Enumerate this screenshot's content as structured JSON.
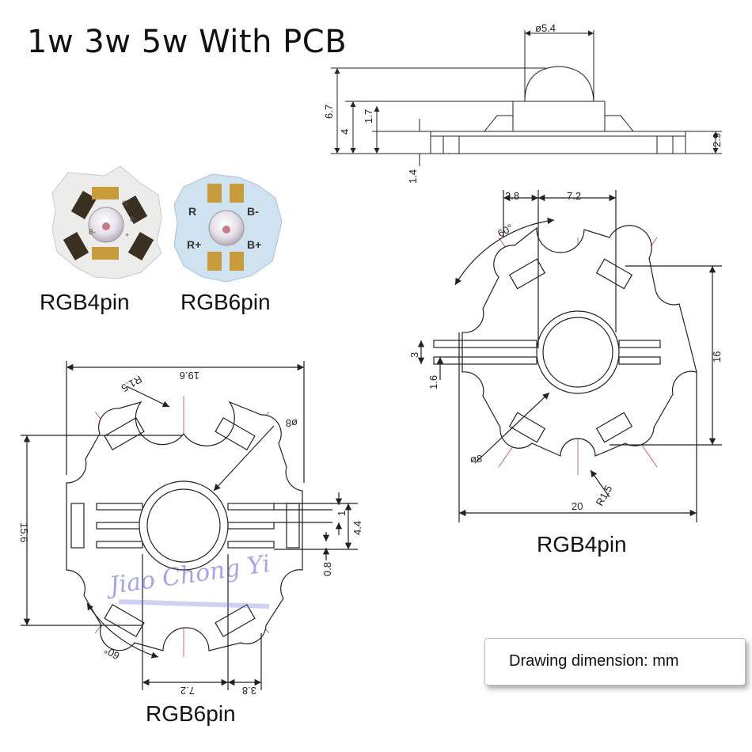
{
  "title": "1w 3w 5w With PCB",
  "photos": {
    "rgb4": {
      "caption": "RGB4pin",
      "pad_marks": [
        "G-",
        "R-",
        "B-",
        "+"
      ]
    },
    "rgb6": {
      "caption": "RGB6pin",
      "pad_marks": [
        "R",
        "B-",
        "R+",
        "B+"
      ]
    }
  },
  "side_view": {
    "dims": {
      "lens_diameter": "ø5.4",
      "total_height": "6.7",
      "body_height": "4",
      "lead_height": "1.7",
      "board_thickness": "2.9",
      "base_offset": "1.4"
    }
  },
  "rgb4_drawing": {
    "caption": "RGB4pin",
    "dims": {
      "pad_offset": "3.8",
      "pad_span": "7.2",
      "angle": "60°",
      "pin_spacing": "3",
      "pin_width": "1.6",
      "height": "16",
      "diameter": "ø8",
      "radius": "R1.5",
      "width": "20"
    }
  },
  "rgb6_drawing": {
    "caption": "RGB6pin",
    "dims": {
      "width": "19.6",
      "radius": "R1.5",
      "diameter": "ø8",
      "height": "15.6",
      "pin_pitch": "1",
      "pin_span": "4.4",
      "pin_width": "0.8",
      "angle": "60°",
      "pad_span": "7.2",
      "pad_offset": "3.8"
    },
    "watermark": "Jiao Chong Yi"
  },
  "note": "Drawing dimension: mm",
  "colors": {
    "line": "#222222",
    "centerline": "#c0475a",
    "board_white": "#eef1ee",
    "board_blue": "#cfe2ef",
    "pad_dark": "#3a3022",
    "pad_gold": "#c89b3c",
    "watermark": "#5b5bd6"
  }
}
